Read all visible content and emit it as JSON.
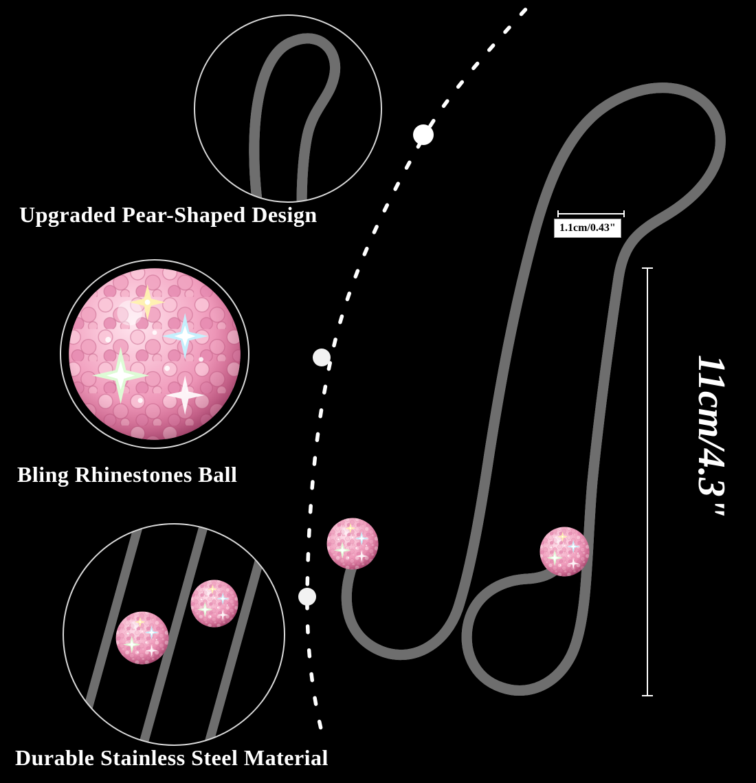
{
  "callouts": [
    {
      "label": "Upgraded Pear-Shaped Design"
    },
    {
      "label": "Bling Rhinestones Ball"
    },
    {
      "label": "Durable Stainless Steel Material"
    }
  ],
  "measurements": {
    "width": "1.1cm/0.43\"",
    "height": "11cm/4.3\""
  },
  "colors": {
    "background": "#000000",
    "text": "#ffffff",
    "metal_light": "#f2f2f2",
    "metal_dark": "#8a8a8a",
    "rhinestone_pink": "#f09cba"
  }
}
